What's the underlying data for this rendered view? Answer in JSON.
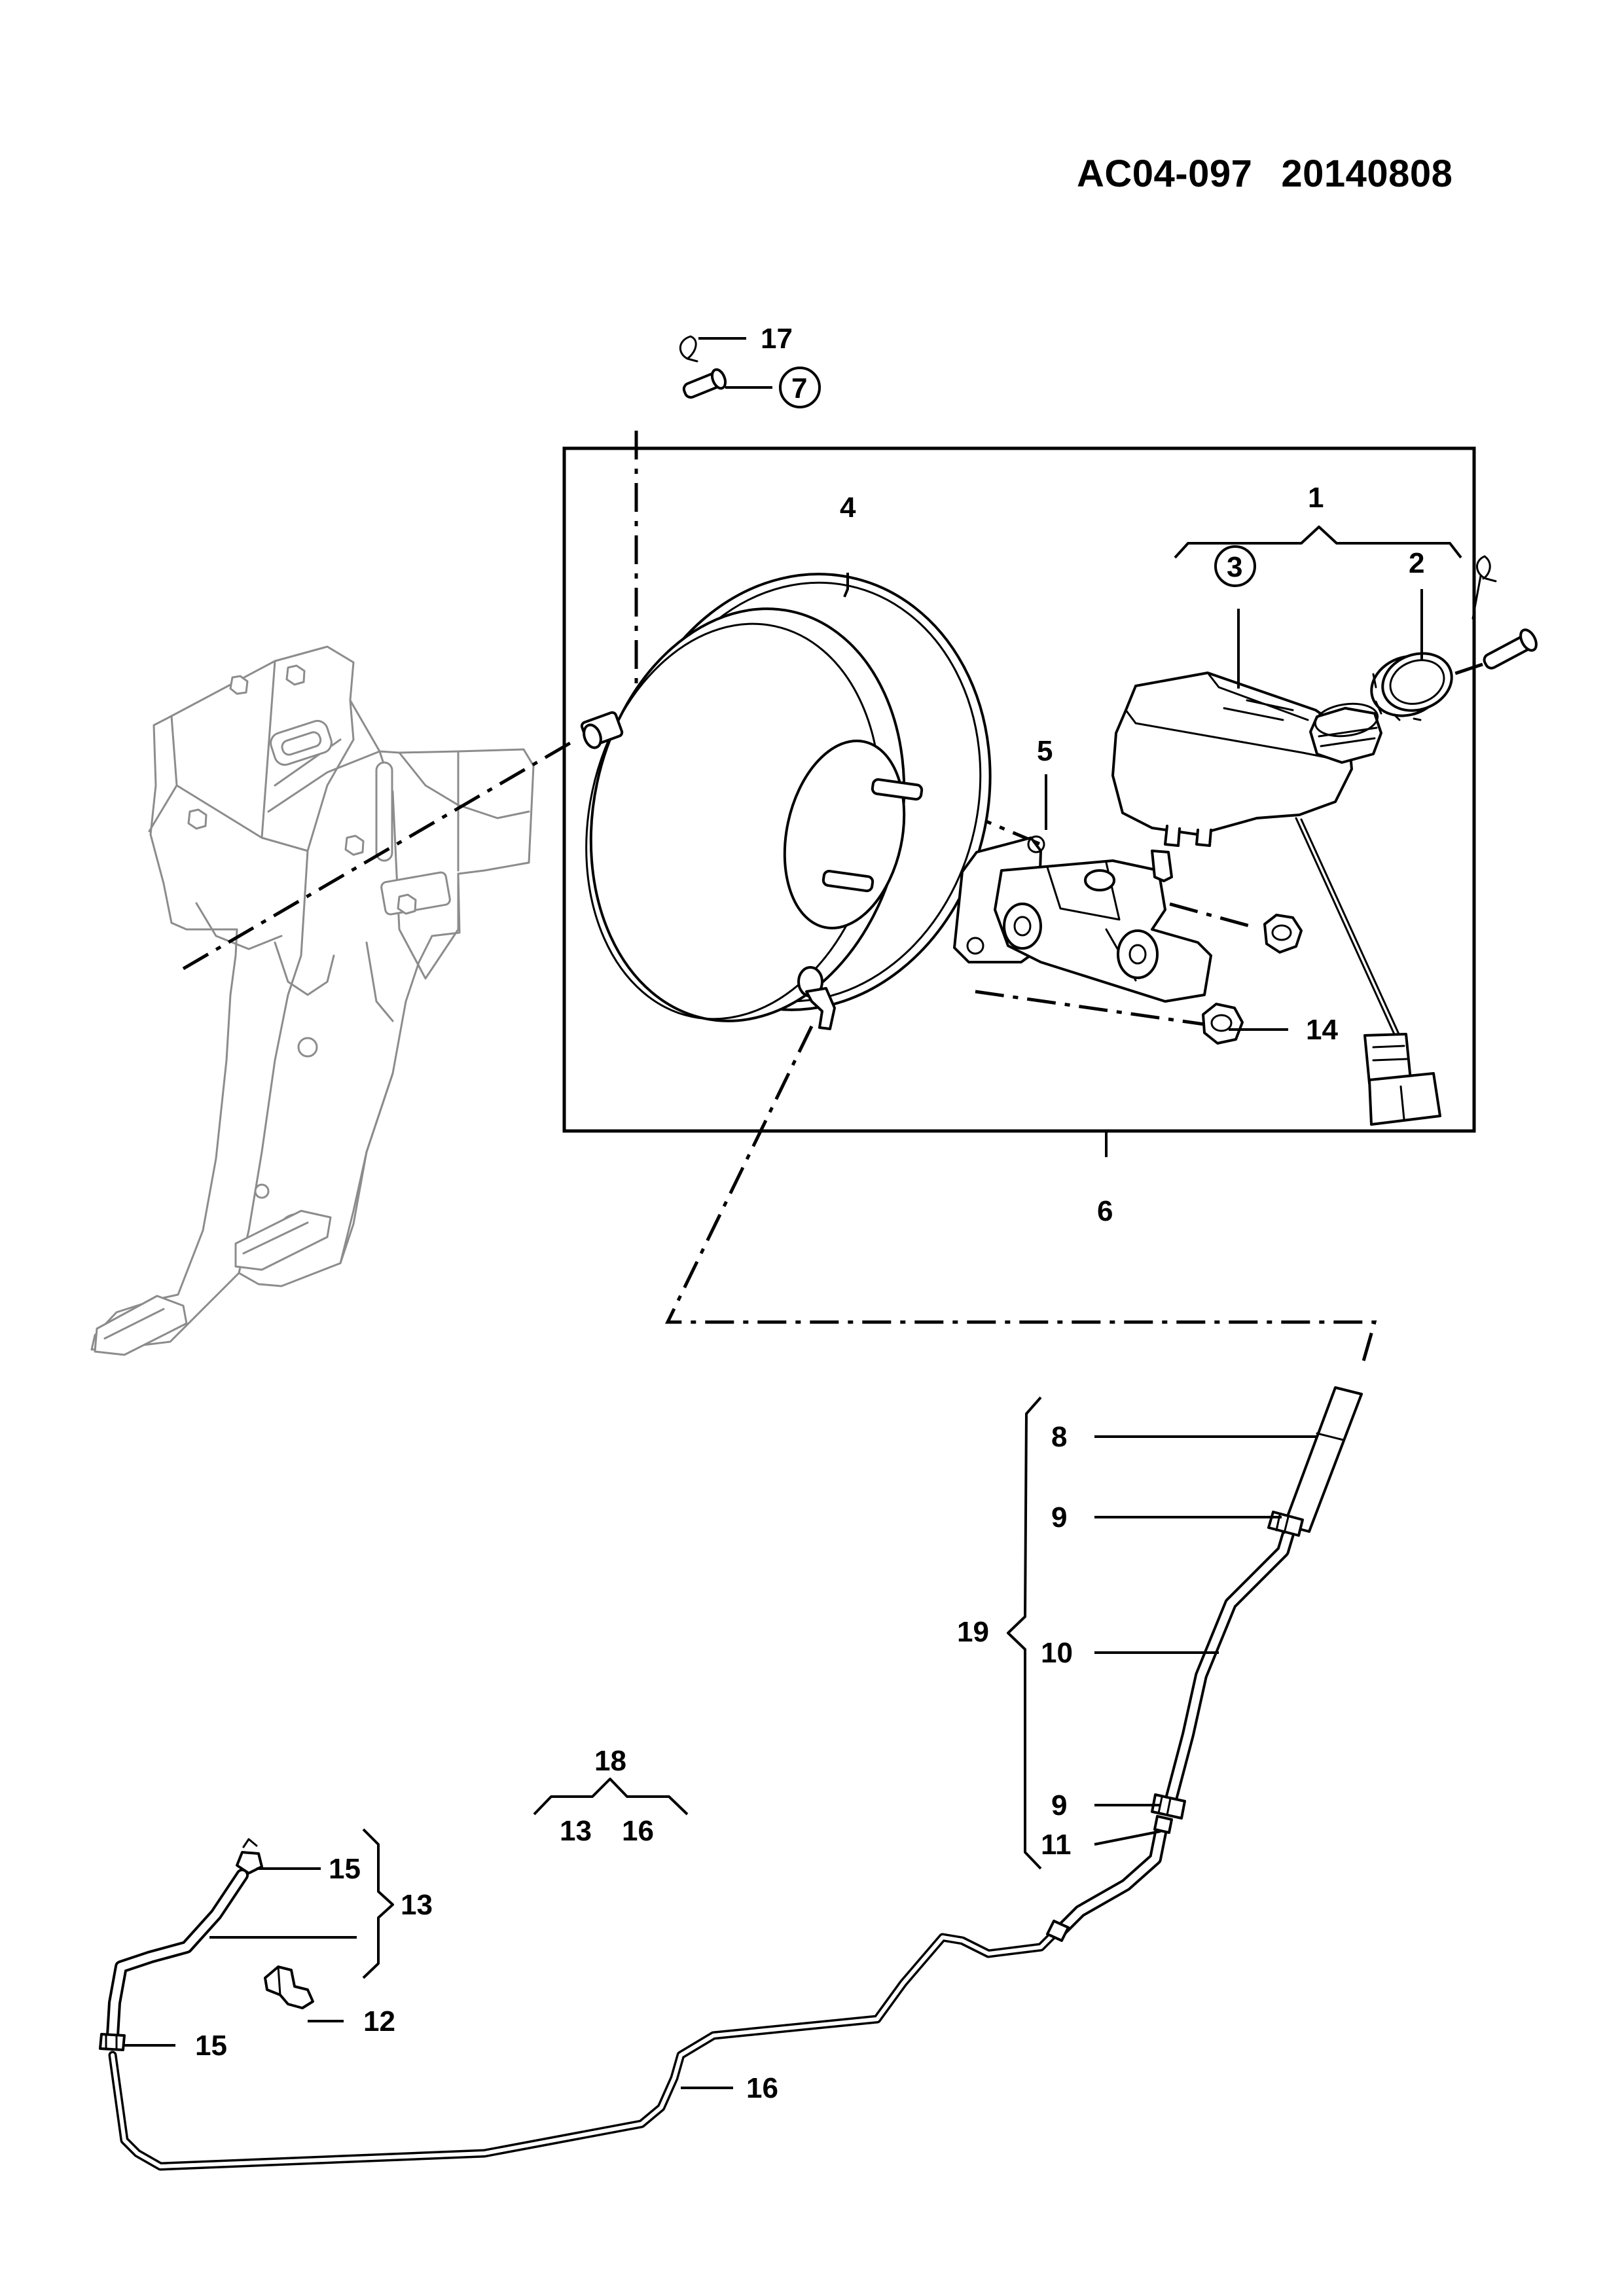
{
  "document": {
    "code": "AC04-097",
    "date": "20140808"
  },
  "callouts": {
    "p1": "1",
    "p2": "2",
    "p3": "3",
    "p4": "4",
    "p5": "5",
    "p6": "6",
    "p7": "7",
    "p8": "8",
    "p9_upper": "9",
    "p9_lower": "9",
    "p10": "10",
    "p11": "11",
    "p12": "12",
    "p13_group": "13",
    "p13_kit": "13",
    "p14": "14",
    "p15_upper": "15",
    "p15_lower": "15",
    "p16_kit": "16",
    "p16_hose": "16",
    "p17": "17",
    "p18": "18",
    "p19": "19"
  },
  "colors": {
    "ink": "#000000",
    "ghost_pedal": "#8c8c8c",
    "background": "#ffffff"
  }
}
